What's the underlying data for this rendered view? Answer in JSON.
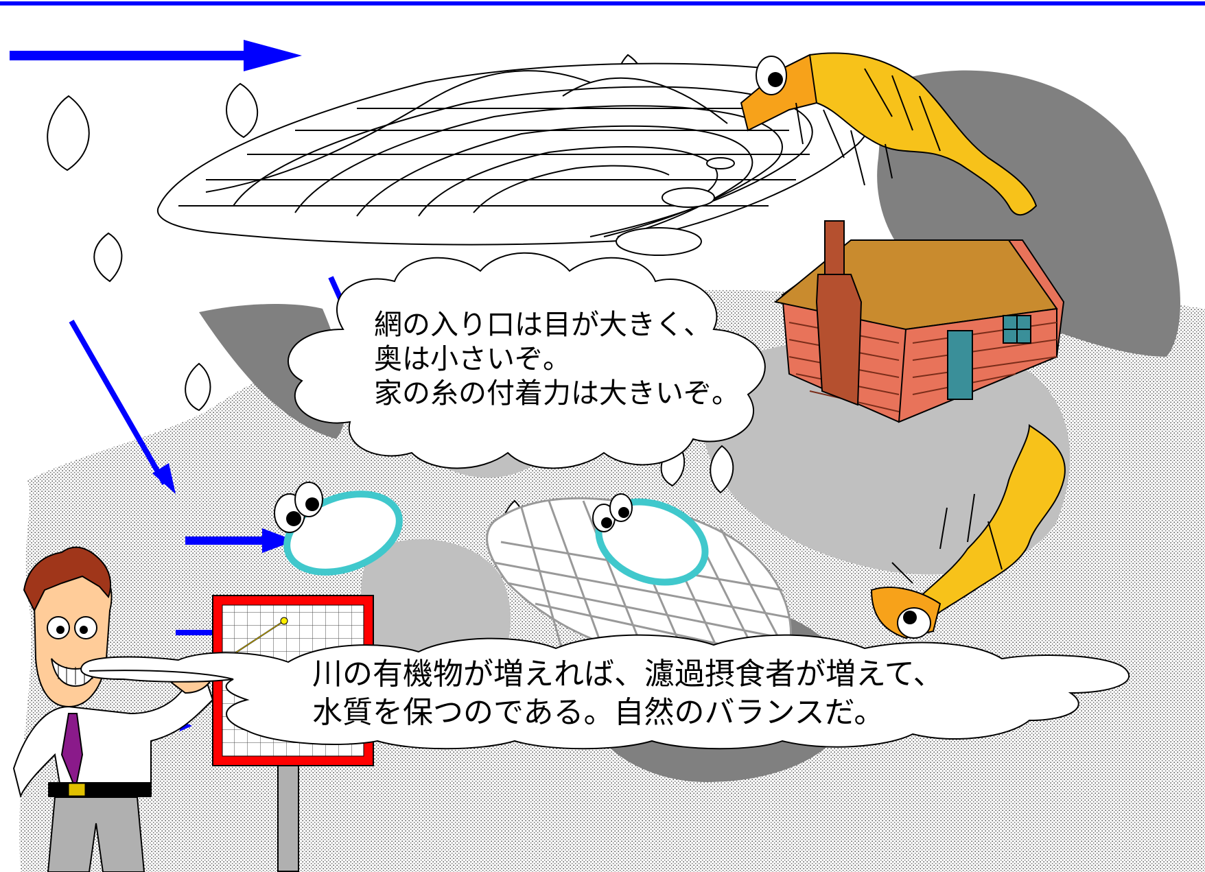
{
  "slide": {
    "top_rule_color": "#0000ff",
    "arrow_color": "#0000ff"
  },
  "speech_bubble_upper": {
    "lines": [
      "網の入り口は目が大きく、",
      "奥は小さいぞ。",
      "家の糸の付着力は大きいぞ。"
    ]
  },
  "speech_bubble_lower": {
    "lines": [
      "川の有機物が増えれば、濾過摂食者が増えて、",
      "水質を保つのである。自然のバランスだ。"
    ]
  },
  "colors": {
    "caddisfly_body": "#f7c21a",
    "caddisfly_head": "#f7a21a",
    "cabin_wall": "#e8735a",
    "cabin_roof": "#c98b2e",
    "chimney": "#b5502f",
    "door_window": "#3a8f99",
    "stone_dark": "#808080",
    "stone_light": "#c0c0c0",
    "net_ring": "#40c8cc",
    "board_frame": "#ff0000",
    "presenter_tie": "#8a1a8a",
    "presenter_hair": "#a0361a"
  }
}
